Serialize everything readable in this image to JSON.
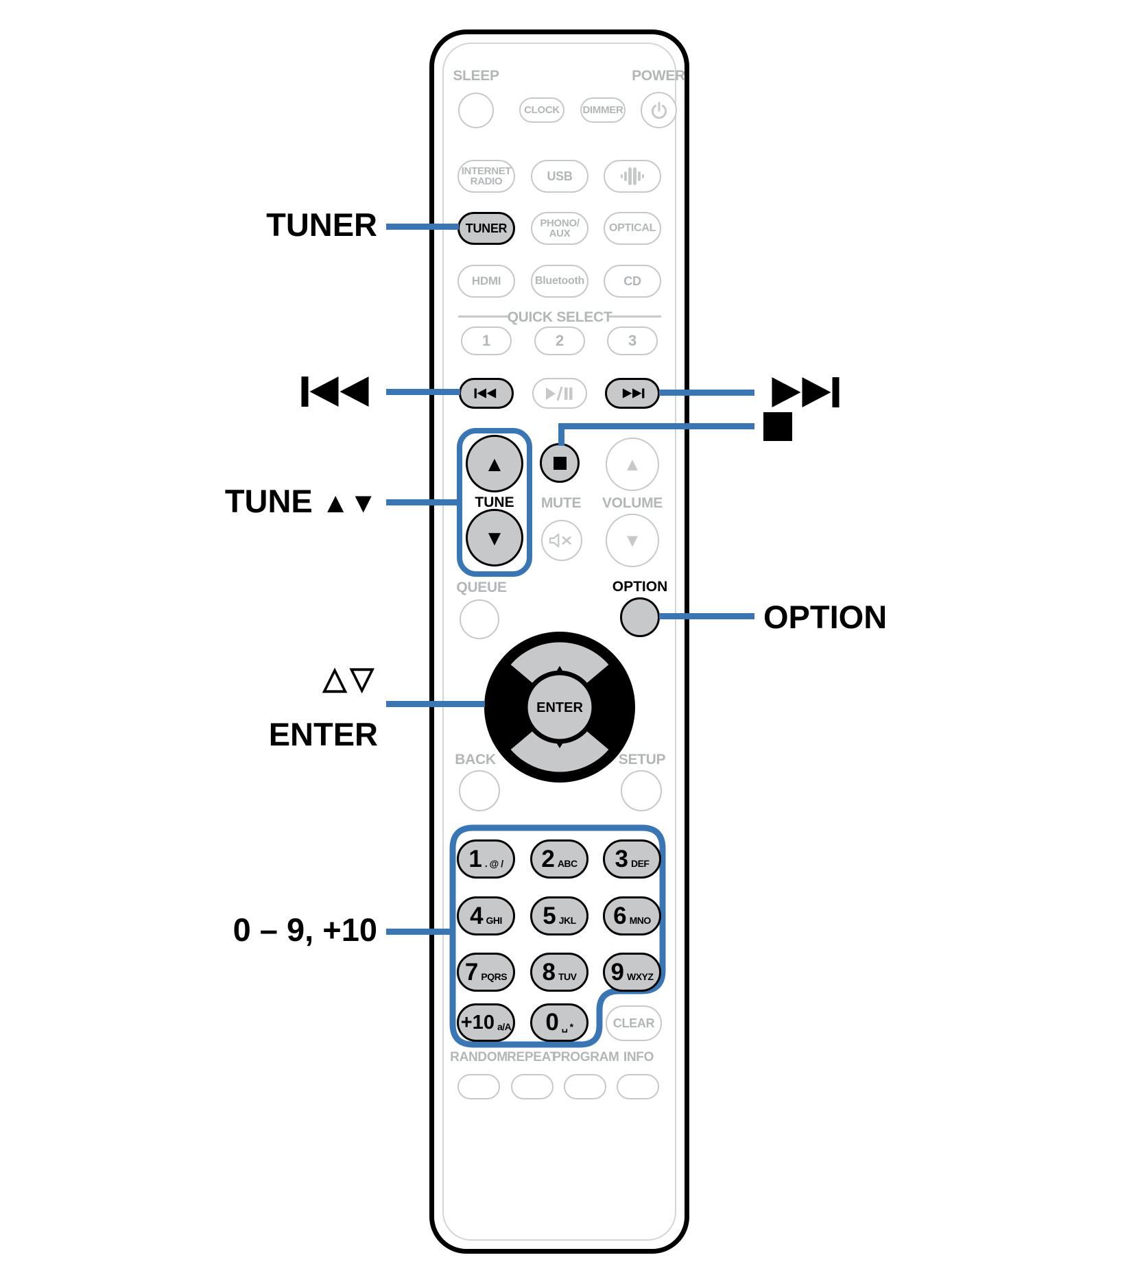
{
  "colors": {
    "accent_blue": "#3b76b4",
    "gray_outline": "#c6c8ca",
    "gray_text": "#b3b6b8",
    "button_fill": "#c7c8c9",
    "black": "#000000"
  },
  "callouts": {
    "tuner": "TUNER",
    "tune": "TUNE",
    "tune_arrows": "▲▼",
    "cursor_arrows": "△▽",
    "enter": "ENTER",
    "numbers": "0 – 9, +10",
    "option": "OPTION"
  },
  "remote": {
    "sleep_label": "SLEEP",
    "power_label": "POWER",
    "clock": "CLOCK",
    "dimmer": "DIMMER",
    "sources": {
      "internet_radio": "INTERNET\nRADIO",
      "usb": "USB",
      "tuner": "TUNER",
      "phono_aux": "PHONO/\nAUX",
      "optical": "OPTICAL",
      "hdmi": "HDMI",
      "bluetooth": "Bluetooth",
      "cd": "CD"
    },
    "quick_select": {
      "label": "QUICK SELECT",
      "b1": "1",
      "b2": "2",
      "b3": "3"
    },
    "tune_label": "TUNE",
    "mute_label": "MUTE",
    "volume_label": "VOLUME",
    "queue_label": "QUEUE",
    "option_label": "OPTION",
    "enter_label": "ENTER",
    "back_label": "BACK",
    "setup_label": "SETUP",
    "arrows": {
      "up": "▲",
      "down": "▼"
    },
    "keypad": {
      "keys": [
        {
          "digit": "1",
          "letters": ". @ /"
        },
        {
          "digit": "2",
          "letters": "ABC"
        },
        {
          "digit": "3",
          "letters": "DEF"
        },
        {
          "digit": "4",
          "letters": "GHI"
        },
        {
          "digit": "5",
          "letters": "JKL"
        },
        {
          "digit": "6",
          "letters": "MNO"
        },
        {
          "digit": "7",
          "letters": "PQRS"
        },
        {
          "digit": "8",
          "letters": "TUV"
        },
        {
          "digit": "9",
          "letters": "WXYZ"
        },
        {
          "digit": "+10",
          "letters": "a/A"
        },
        {
          "digit": "0",
          "letters": "␣ *"
        }
      ],
      "clear": "CLEAR"
    },
    "bottom": {
      "random": "RANDOM",
      "repeat": "REPEAT",
      "program": "PROGRAM",
      "info": "INFO"
    }
  }
}
